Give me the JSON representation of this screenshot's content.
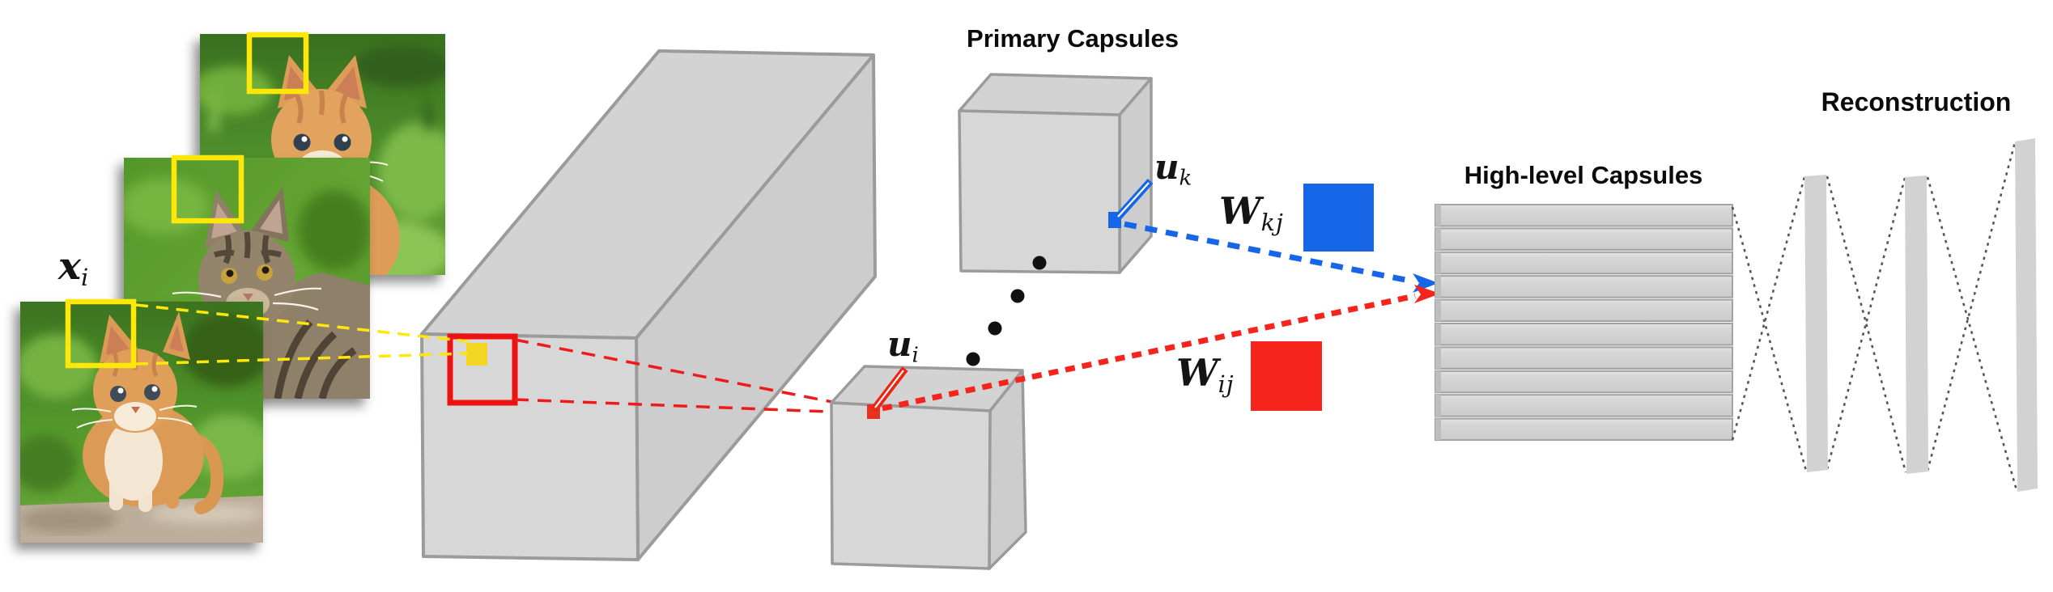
{
  "figure_type": "capsule-network-architecture-diagram",
  "input": {
    "label_base": "x",
    "label_sub": "i",
    "image_count": 3,
    "description_names": [
      "kitten-photo-top",
      "kitten-photo-middle",
      "kitten-photo-bottom"
    ]
  },
  "primary_capsules": {
    "title": "Primary Capsules",
    "cube_count": 2,
    "ellipsis_dot_count": 4,
    "vector_i": {
      "base": "u",
      "sub": "i"
    },
    "vector_k": {
      "base": "u",
      "sub": "k"
    }
  },
  "weights": {
    "w_kj": {
      "base": "W",
      "sub": "kj"
    },
    "w_ij": {
      "base": "W",
      "sub": "ij"
    }
  },
  "high_level_capsules": {
    "title": "High-level Capsules",
    "capsule_count": 10
  },
  "reconstruction": {
    "title": "Reconstruction",
    "layer_count": 3
  },
  "colors": {
    "accent_red": "#f5241c",
    "accent_blue": "#1766e8",
    "accent_yellow": "#ffe70a",
    "patch_yellow": "#f3d723",
    "block_gray": "#d4d4d4",
    "block_stroke": "#9b9b9b",
    "dot_black": "#111111",
    "decoder_line": "#555555"
  }
}
